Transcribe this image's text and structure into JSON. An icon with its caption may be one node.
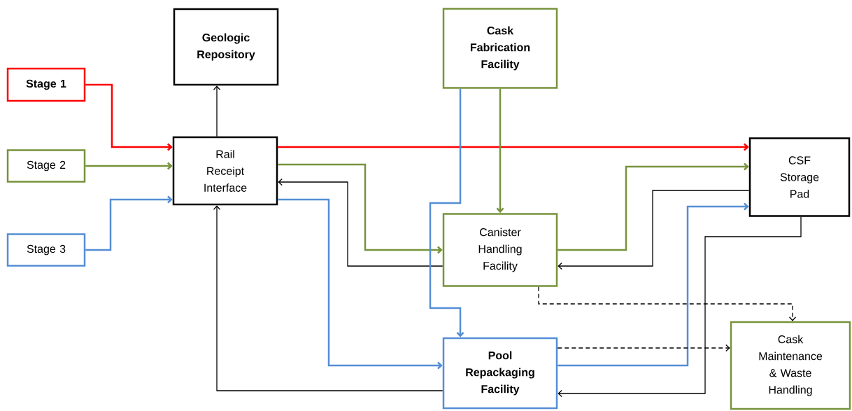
{
  "diagram": {
    "nodes": [
      {
        "text": [
          "Geologic Repository"
        ]
      },
      {
        "text": [
          "Cask Fabrication Facility"
        ]
      },
      {
        "text": [
          "Stage 1"
        ]
      },
      {
        "text": [
          "Rail Receipt Interface"
        ]
      },
      {
        "text": [
          "Stage 2"
        ]
      },
      {
        "text": [
          "CSF Storage Pad"
        ]
      },
      {
        "text": [
          "Stage 3"
        ]
      },
      {
        "text": [
          "Canister Handling Facility"
        ]
      },
      {
        "text": [
          "Cask Maintenance & Waste Handling"
        ]
      },
      {
        "text": [
          "Pool Repackaging Facility"
        ]
      }
    ],
    "edges": [
      {
        "from": 2,
        "to": 3,
        "arrow": "to",
        "color": "#ff0000"
      },
      {
        "from": 4,
        "to": 3,
        "arrow": "to",
        "color": "#77933c"
      },
      {
        "from": 6,
        "to": 3,
        "arrow": "to",
        "color": "#558ed5"
      },
      {
        "from": 3,
        "to": 0,
        "arrow": "to"
      },
      {
        "from": 3,
        "to": 5,
        "arrow": "to",
        "color": "#ff0000"
      },
      {
        "from": 3,
        "to": 7,
        "arrow": "to",
        "color": "#77933c"
      },
      {
        "from": 7,
        "to": 3,
        "arrow": "to"
      },
      {
        "from": 3,
        "to": 9,
        "arrow": "to",
        "color": "#558ed5"
      },
      {
        "from": 9,
        "to": 3,
        "arrow": "to"
      },
      {
        "from": 1,
        "to": 7,
        "arrow": "to",
        "color": "#77933c"
      },
      {
        "from": 1,
        "to": 9,
        "arrow": "to",
        "color": "#558ed5"
      },
      {
        "from": 7,
        "to": 5,
        "arrow": "to",
        "color": "#77933c"
      },
      {
        "from": 5,
        "to": 7,
        "arrow": "to"
      },
      {
        "from": 9,
        "to": 5,
        "arrow": "to",
        "color": "#558ed5"
      },
      {
        "from": 5,
        "to": 9,
        "arrow": "to"
      },
      {
        "from": 7,
        "to": 8,
        "arrow": "to",
        "style": "dashed"
      },
      {
        "from": 9,
        "to": 8,
        "arrow": "to",
        "style": "dashed"
      }
    ]
  }
}
